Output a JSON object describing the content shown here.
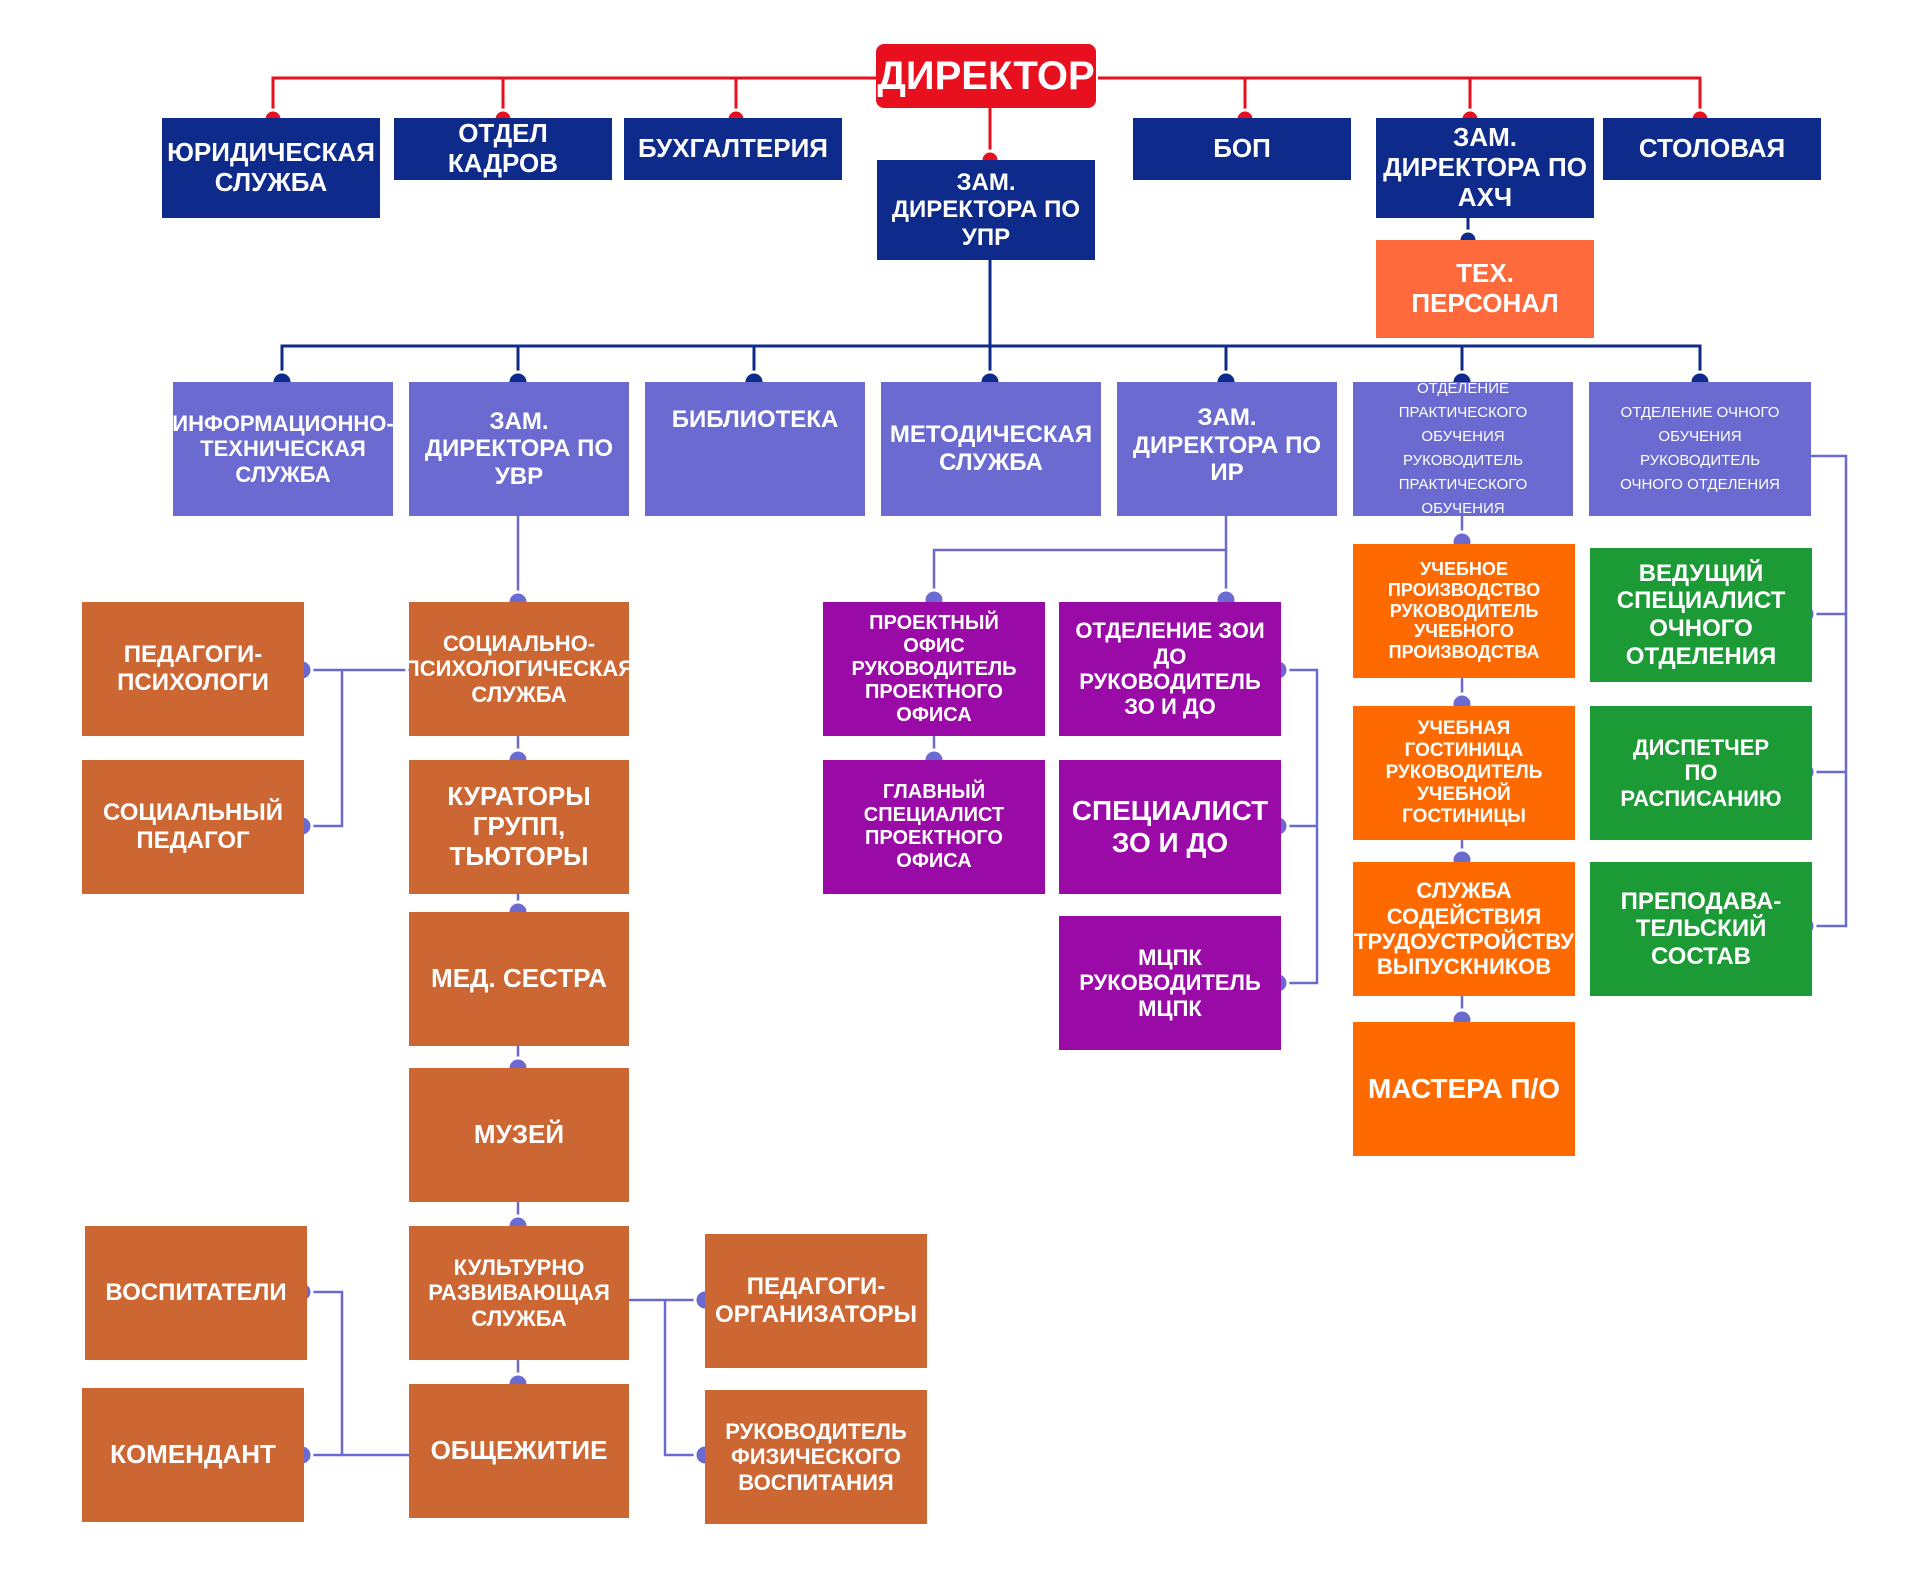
{
  "director": "ДИРЕКТОР",
  "top": {
    "legal": "ЮРИДИЧЕСКАЯ СЛУЖБА",
    "hr": "ОТДЕЛ КАДРОВ",
    "accounting": "БУХГАЛТЕРИЯ",
    "dep_upr": "ЗАМ. ДИРЕКТОРА ПО УПР",
    "bop": "БОП",
    "dep_ahch": "ЗАМ. ДИРЕКТОРА ПО АХЧ",
    "canteen": "СТОЛОВАЯ",
    "tech_staff": "ТЕХ. ПЕРСОНАЛ"
  },
  "level2": {
    "it": "ИНФОРМАЦИОННО-ТЕХНИЧЕСКАЯ СЛУЖБА",
    "dep_uvr": "ЗАМ. ДИРЕКТОРА ПО УВР",
    "library": "БИБЛИОТЕКА",
    "method": "МЕТОДИЧЕСКАЯ СЛУЖБА",
    "dep_ir": "ЗАМ. ДИРЕКТОРА ПО ИР",
    "practical": "ОТДЕЛЕНИЕ ПРАКТИЧЕСКОГО ОБУЧЕНИЯ РУКОВОДИТЕЛЬ ПРАКТИЧЕСКОГО ОБУЧЕНИЯ",
    "fulltime": "ОТДЕЛЕНИЕ ОЧНОГО ОБУЧЕНИЯ РУКОВОДИТЕЛЬ ОЧНОГО ОТДЕЛЕНИЯ"
  },
  "uvr": {
    "social_psych": "СОЦИАЛЬНО-ПСИХОЛОГИЧЕСКАЯ СЛУЖБА",
    "curators": "КУРАТОРЫ ГРУПП, ТЬЮТОРЫ",
    "nurse": "МЕД. СЕСТРА",
    "museum": "МУЗЕЙ",
    "cultural": "КУЛЬТУРНО РАЗВИВАЮЩАЯ СЛУЖБА",
    "dormitory": "ОБЩЕЖИТИЕ",
    "psychologists": "ПЕДАГОГИ-ПСИХОЛОГИ",
    "social_teacher": "СОЦИАЛЬНЫЙ ПЕДАГОГ",
    "educators": "ВОСПИТАТЕЛИ",
    "commandant": "КОМЕНДАНТ",
    "organizers": "ПЕДАГОГИ-ОРГАНИЗАТОРЫ",
    "pe_head": "РУКОВОДИТЕЛЬ ФИЗИЧЕСКОГО ВОСПИТАНИЯ"
  },
  "ir": {
    "project_office": "ПРОЕКТНЫЙ ОФИС РУКОВОДИТЕЛЬ ПРОЕКТНОГО ОФИСА",
    "chief_specialist": "ГЛАВНЫЙ СПЕЦИАЛИСТ ПРОЕКТНОГО ОФИСА",
    "zoi_dept": "ОТДЕЛЕНИЕ ЗОИ ДО РУКОВОДИТЕЛЬ ЗО И ДО",
    "zo_specialist": "СПЕЦИАЛИСТ ЗО И ДО",
    "mcpk": "МЦПК РУКОВОДИТЕЛЬ МЦПК"
  },
  "practical_units": {
    "production": "УЧЕБНОЕ ПРОИЗВОДСТВО РУКОВОДИТЕЛЬ УЧЕБНОГО ПРОИЗВОДСТВА",
    "hotel": "УЧЕБНАЯ ГОСТИНИЦА РУКОВОДИТЕЛЬ УЧЕБНОЙ ГОСТИНИЦЫ",
    "employment": "СЛУЖБА СОДЕЙСТВИЯ ТРУДОУСТРОЙСТВУ ВЫПУСКНИКОВ",
    "masters": "МАСТЕРА П/О"
  },
  "fulltime_units": {
    "lead_specialist": "ВЕДУЩИЙ СПЕЦИАЛИСТ ОЧНОГО ОТДЕЛЕНИЯ",
    "dispatcher": "ДИСПЕТЧЕР ПО РАСПИСАНИЮ",
    "teachers": "ПРЕПОДАВА-ТЕЛЬСКИЙ СОСТАВ"
  },
  "colors": {
    "navy": "#0e2a8a",
    "red": "#e8101e",
    "violet": "#6a6ad0",
    "brown": "#cc6633",
    "purple": "#9a0aa6",
    "orange": "#ff6a00",
    "green": "#1c9a36",
    "coral": "#ff6a3d"
  }
}
